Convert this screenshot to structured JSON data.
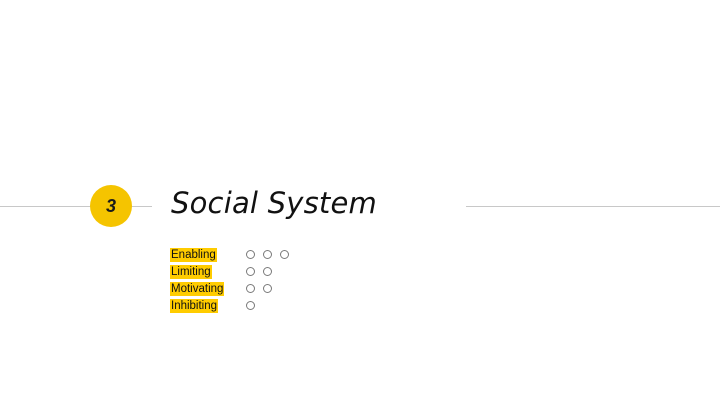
{
  "badge": {
    "number": "3"
  },
  "title": "Social System",
  "colors": {
    "accent": "#f5c400",
    "highlight": "#ffcc00",
    "rule": "#c8c8c8",
    "dot": "#7a7a7a"
  },
  "factors": [
    {
      "label": "Enabling",
      "rating": 3,
      "max": 3
    },
    {
      "label": "Limiting",
      "rating": 2,
      "max": 3
    },
    {
      "label": "Motivating",
      "rating": 2,
      "max": 3
    },
    {
      "label": "Inhibiting",
      "rating": 1,
      "max": 3
    }
  ]
}
